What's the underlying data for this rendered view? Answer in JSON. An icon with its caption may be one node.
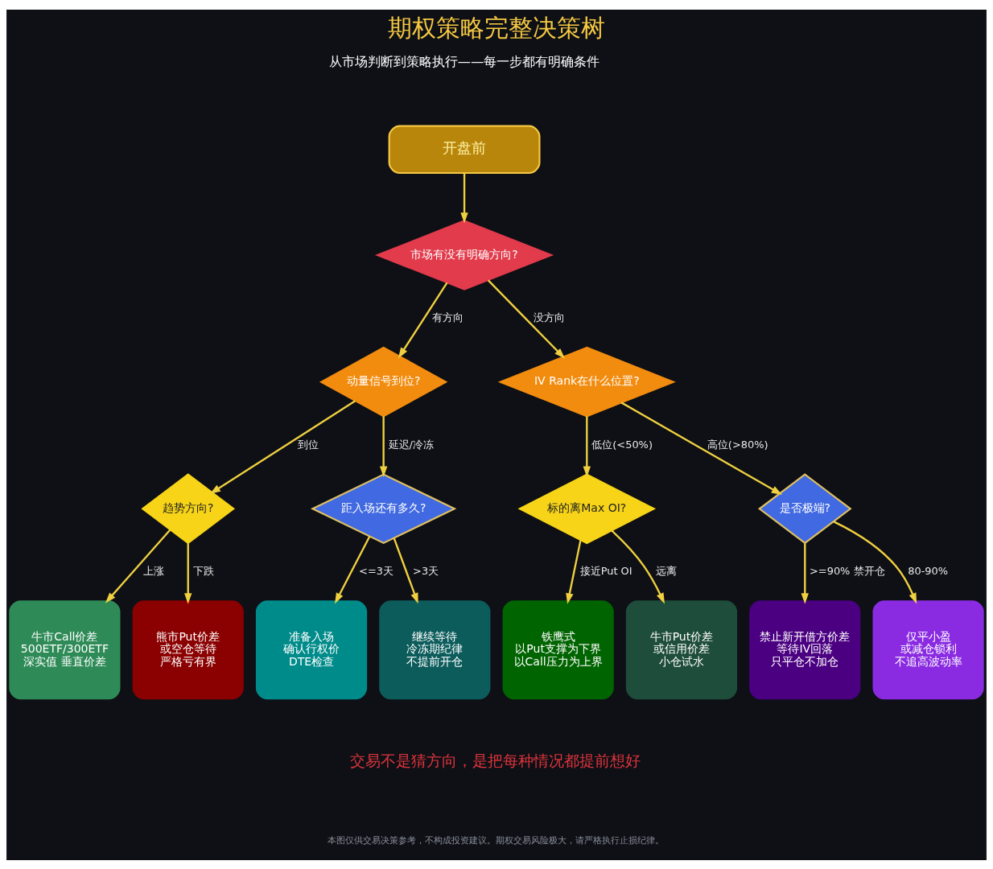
{
  "diagram": {
    "title": "期权策略完整决策树",
    "nodes": [
      {
        "text": [
          "开盘前"
        ]
      },
      {
        "text": [
          "市场有没有明确方向?"
        ]
      },
      {
        "text": [
          "动量信号到位?"
        ]
      },
      {
        "text": [
          "IV Rank在什么位置?"
        ]
      },
      {
        "text": [
          "趋势方向?"
        ]
      },
      {
        "text": [
          "距入场还有多久?"
        ]
      },
      {
        "text": [
          "标的离Max OI?"
        ]
      },
      {
        "text": [
          "是否极端?"
        ]
      },
      {
        "text": [
          "牛市Call价差",
          "500ETF/300ETF",
          "深实值 垂直价差"
        ]
      },
      {
        "text": [
          "熊市Put价差",
          "或空仓等待",
          "严格亏有界"
        ]
      },
      {
        "text": [
          "准备入场",
          "确认行权价",
          "DTE检查"
        ]
      },
      {
        "text": [
          "继续等待",
          "冷冻期纪律",
          "不提前开仓"
        ]
      },
      {
        "text": [
          "铁鹰式",
          "以Put支撑为下界",
          "以Call压力为上界"
        ]
      },
      {
        "text": [
          "牛市Put价差",
          "或信用价差",
          "小仓试水"
        ]
      },
      {
        "text": [
          "禁止新开借方价差",
          "等待IV回落",
          "只平仓不加仓"
        ]
      },
      {
        "text": [
          "仅平小盈",
          "或减仓锁利",
          "不追高波动率"
        ]
      }
    ],
    "edges": [
      {
        "from": 0,
        "to": 1,
        "arrow": "to"
      },
      {
        "from": 1,
        "to": 2,
        "arrow": "to",
        "label": "有方向"
      },
      {
        "from": 1,
        "to": 3,
        "arrow": "to",
        "label": "没方向"
      },
      {
        "from": 2,
        "to": 4,
        "arrow": "to",
        "label": "到位"
      },
      {
        "from": 2,
        "to": 5,
        "arrow": "to",
        "label": "延迟/冷冻"
      },
      {
        "from": 3,
        "to": 6,
        "arrow": "to",
        "label": "低位(<50%)"
      },
      {
        "from": 3,
        "to": 7,
        "arrow": "to",
        "label": "高位(>80%)"
      },
      {
        "from": 4,
        "to": 8,
        "arrow": "to",
        "label": "上涨"
      },
      {
        "from": 4,
        "to": 9,
        "arrow": "to",
        "label": "下跌"
      },
      {
        "from": 5,
        "to": 10,
        "arrow": "to",
        "label": "<=3天"
      },
      {
        "from": 5,
        "to": 11,
        "arrow": "to",
        "label": ">3天"
      },
      {
        "from": 6,
        "to": 12,
        "arrow": "to",
        "label": "接近Put OI"
      },
      {
        "from": 6,
        "to": 13,
        "arrow": "to",
        "label": "远离"
      },
      {
        "from": 7,
        "to": 14,
        "arrow": "to",
        "label": ">=90% 禁开仓"
      },
      {
        "from": 7,
        "to": 15,
        "arrow": "to",
        "label": "80-90%"
      }
    ],
    "labels": [
      "从市场判断到策略执行——每一步都有明确条件",
      "交易不是猜方向，是把每种情况都提前想好",
      "本图仅供交易决策参考，不构成投资建议。期权交易风险极大，请严格执行止损纪律。"
    ]
  }
}
